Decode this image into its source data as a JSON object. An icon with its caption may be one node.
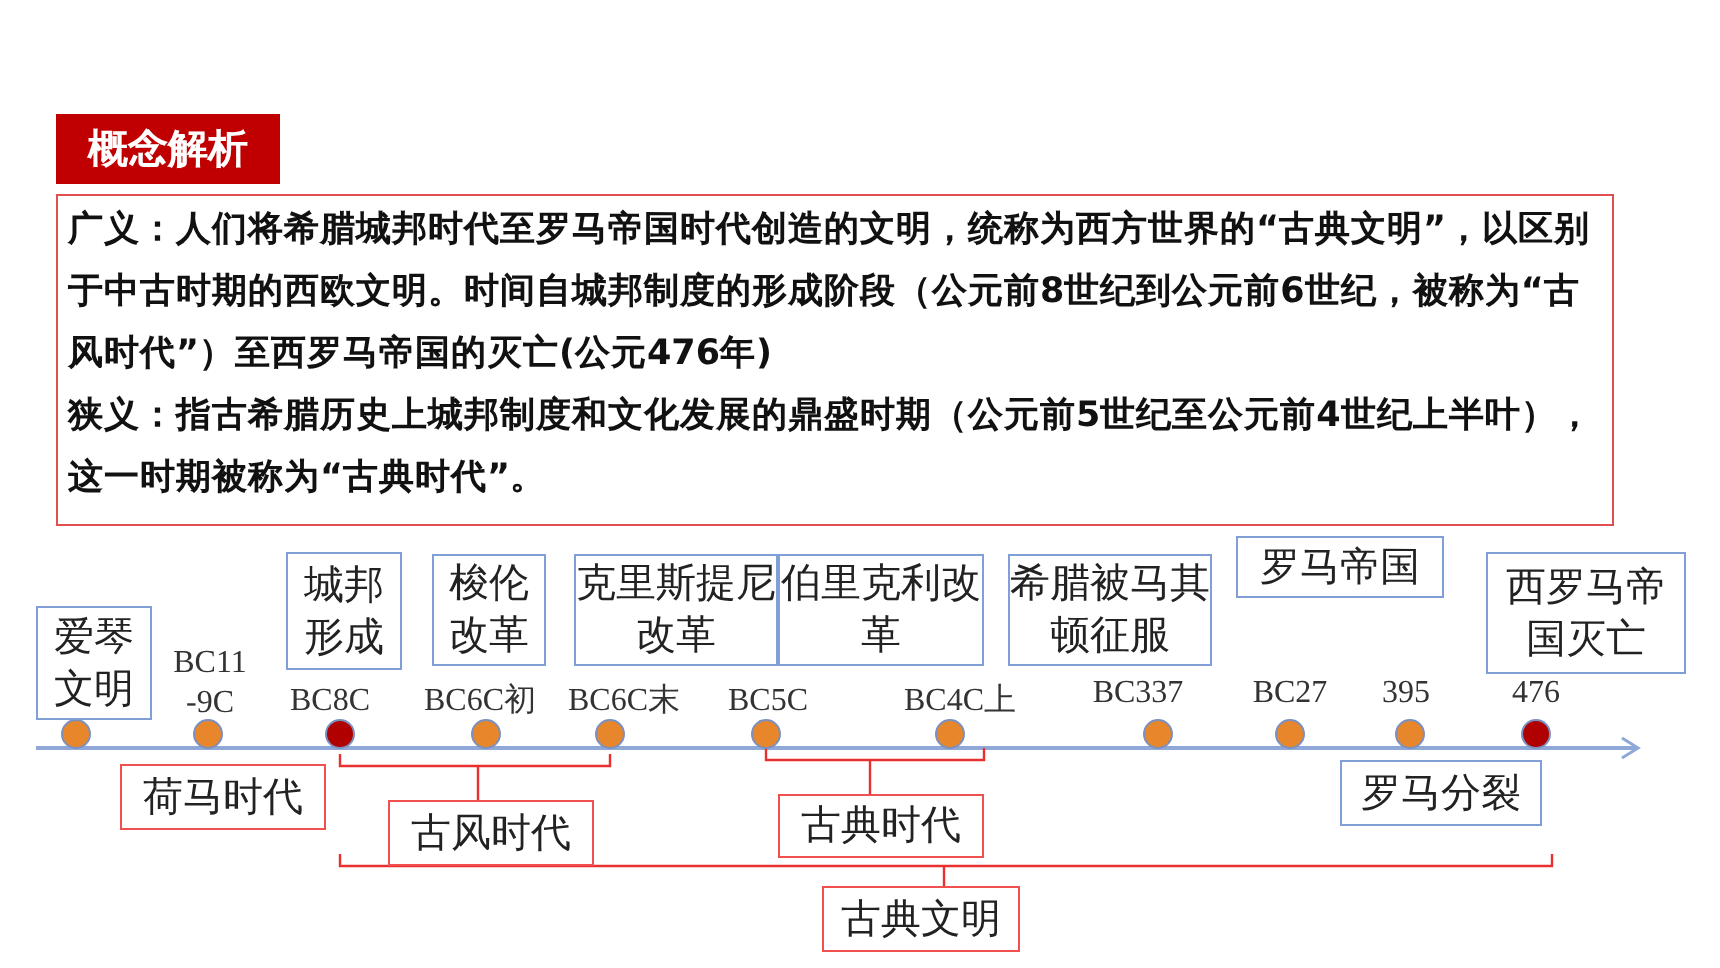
{
  "diagram": {
    "title": "概念解析",
    "nodes": [
      {
        "text": [
          "广义：人们将希腊城邦时代至罗马帝国时代创造的文明，统称为西方世界的“古典文明”，以区别于中古时期的西欧文明。时间自城邦制度的形成阶段（公元前8世纪到公元前6世纪，被称为“古风时代”）至西罗马帝国的灭亡(公元476年)",
          "狭义：指古希腊历史上城邦制度和文化发展的鼎盛时期（公元前5世纪至公元前4世纪上半叶），这一时期被称为“古典时代”。"
        ]
      },
      {
        "text": [
          "爱琴文明"
        ]
      },
      {
        "text": [
          "城邦形成"
        ]
      },
      {
        "text": [
          "梭伦改革"
        ]
      },
      {
        "text": [
          "克里斯提尼改革"
        ]
      },
      {
        "text": [
          "伯里克利改革"
        ]
      },
      {
        "text": [
          "希腊被马其顿征服"
        ]
      },
      {
        "text": [
          "罗马帝国"
        ]
      },
      {
        "text": [
          "西罗马帝国灭亡"
        ]
      },
      {
        "text": [
          "罗马分裂"
        ]
      },
      {
        "text": [
          "荷马时代"
        ]
      },
      {
        "text": [
          "古风时代"
        ]
      },
      {
        "text": [
          "古典时代"
        ]
      },
      {
        "text": [
          "古典文明"
        ]
      }
    ],
    "edges": [],
    "labels": [
      "BC11 -9C",
      "BC8C",
      "BC6C初",
      "BC6C末",
      "BC5C",
      "BC4C上",
      "BC337",
      "BC27",
      "395",
      "476"
    ]
  }
}
